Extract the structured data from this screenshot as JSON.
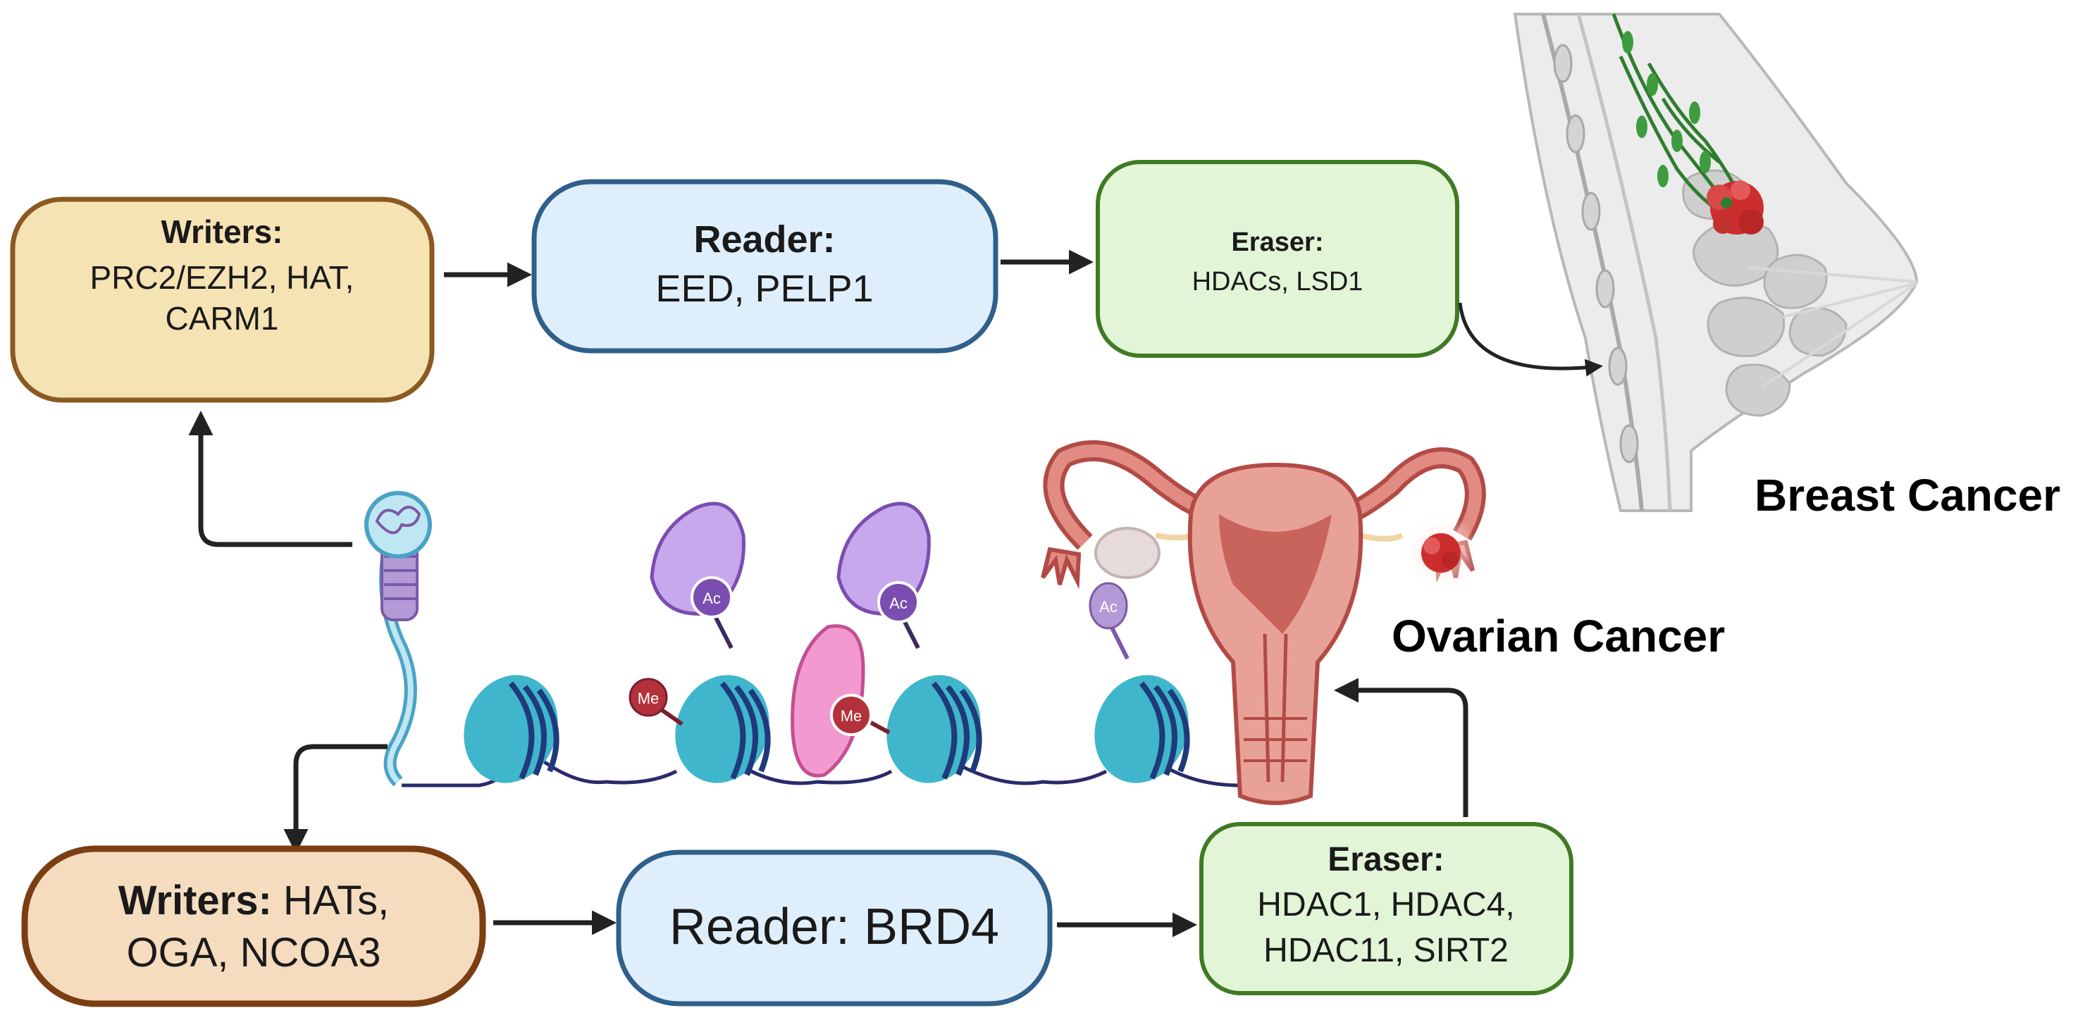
{
  "top": {
    "writers": {
      "heading": "Writers:",
      "line1": "PRC2/EZH2, HAT,",
      "line2": "CARM1"
    },
    "reader": {
      "heading": "Reader:",
      "line1": "EED, PELP1"
    },
    "eraser": {
      "heading": "Eraser:",
      "line1": "HDACs, LSD1"
    }
  },
  "bottom": {
    "writers": {
      "heading": "Writers:",
      "line1_rest": " HATs,",
      "line2": "OGA, NCOA3"
    },
    "reader": {
      "label": "Reader: BRD4"
    },
    "eraser": {
      "heading": "Eraser:",
      "line1": "HDAC1, HDAC4,",
      "line2": "HDAC11, SIRT2"
    }
  },
  "labels": {
    "breast_cancer": "Breast Cancer",
    "ovarian_cancer": "Ovarian Cancer"
  },
  "marks": {
    "acetyl": "Ac",
    "methyl": "Me"
  },
  "colors": {
    "writer_fill": "#f6e3b4",
    "writer_stroke": "#8a5a22",
    "writer2_fill": "#f5dcbf",
    "writer2_stroke": "#7a3e12",
    "reader_fill": "#dfeefb",
    "reader_stroke": "#2f5f8a",
    "eraser_fill": "#e2f5d6",
    "eraser_stroke": "#3f7a24",
    "nucleosome": "#3fb6cc",
    "reader_protein": "#c7a8ec",
    "pink_protein": "#f29ad0",
    "acetyl": "#7a4db0",
    "methyl": "#b3313a",
    "tumor": "#cc2e2e"
  }
}
